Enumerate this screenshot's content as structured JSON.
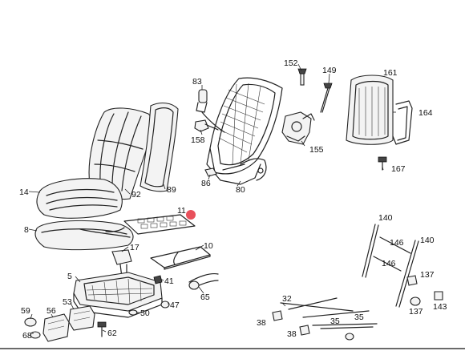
{
  "diagram": {
    "labels": [
      {
        "id": "152",
        "text": "152"
      },
      {
        "id": "149",
        "text": "149"
      },
      {
        "id": "161",
        "text": "161"
      },
      {
        "id": "83",
        "text": "83"
      },
      {
        "id": "164",
        "text": "164"
      },
      {
        "id": "158",
        "text": "158"
      },
      {
        "id": "155",
        "text": "155"
      },
      {
        "id": "167",
        "text": "167"
      },
      {
        "id": "86",
        "text": "86"
      },
      {
        "id": "80",
        "text": "80"
      },
      {
        "id": "14",
        "text": "14"
      },
      {
        "id": "92",
        "text": "92"
      },
      {
        "id": "89",
        "text": "89"
      },
      {
        "id": "11",
        "text": "11"
      },
      {
        "id": "8",
        "text": "8"
      },
      {
        "id": "17",
        "text": "17"
      },
      {
        "id": "10",
        "text": "10"
      },
      {
        "id": "140a",
        "text": "140"
      },
      {
        "id": "140b",
        "text": "140"
      },
      {
        "id": "146a",
        "text": "146"
      },
      {
        "id": "146b",
        "text": "146"
      },
      {
        "id": "5",
        "text": "5"
      },
      {
        "id": "41",
        "text": "41"
      },
      {
        "id": "65",
        "text": "65"
      },
      {
        "id": "137a",
        "text": "137"
      },
      {
        "id": "137b",
        "text": "137"
      },
      {
        "id": "143",
        "text": "143"
      },
      {
        "id": "59",
        "text": "59"
      },
      {
        "id": "56",
        "text": "56"
      },
      {
        "id": "53",
        "text": "53"
      },
      {
        "id": "50",
        "text": "50"
      },
      {
        "id": "47",
        "text": "47"
      },
      {
        "id": "32",
        "text": "32"
      },
      {
        "id": "35a",
        "text": "35"
      },
      {
        "id": "35b",
        "text": "35"
      },
      {
        "id": "38a",
        "text": "38"
      },
      {
        "id": "38b",
        "text": "38"
      },
      {
        "id": "68",
        "text": "68"
      },
      {
        "id": "62",
        "text": "62"
      }
    ],
    "highlight_color": "#e8505b"
  }
}
